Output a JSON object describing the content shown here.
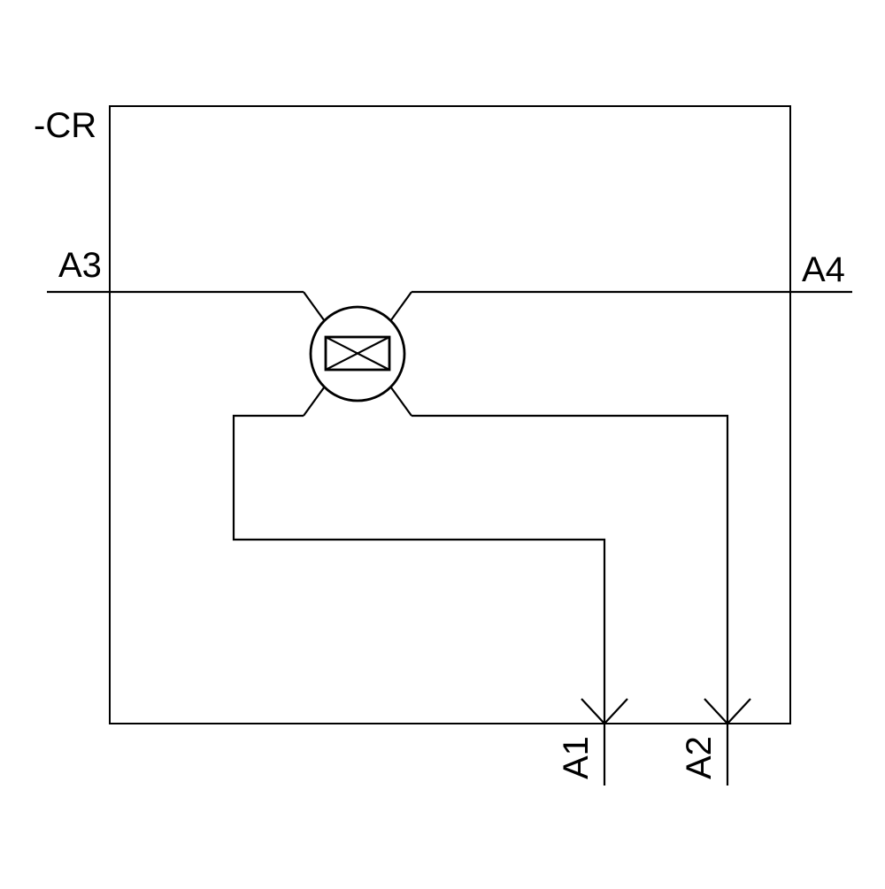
{
  "page": {
    "background_color": "#ffffff",
    "line_color": "#000000",
    "text_color": "#000000"
  },
  "schematic": {
    "type": "relay-coil-circuit-diagram",
    "component_label": "-CR",
    "coil_symbol": "coil-crossed-rectangle-in-circle",
    "terminals": {
      "a3": {
        "label": "A3",
        "side": "left"
      },
      "a4": {
        "label": "A4",
        "side": "right"
      },
      "a1": {
        "label": "A1",
        "side": "bottom"
      },
      "a2": {
        "label": "A2",
        "side": "bottom"
      }
    }
  }
}
